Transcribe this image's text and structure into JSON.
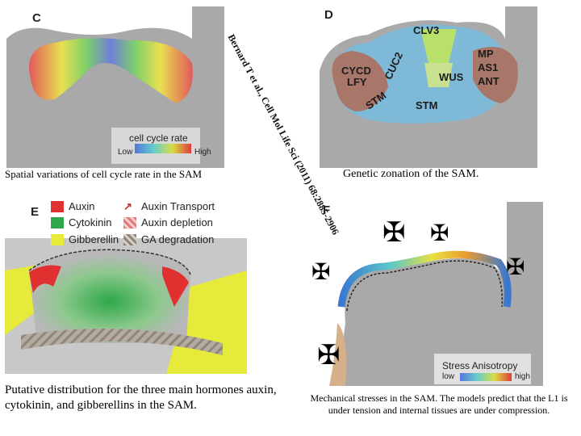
{
  "citation": "Bernard T et al., Cell Mol Life Sci (2011) 68:2885-2906",
  "panels": {
    "c": {
      "letter": "C",
      "caption": "Spatial variations of cell cycle rate in the SAM",
      "legend_title": "cell cycle rate",
      "legend_low": "Low",
      "legend_high": "High"
    },
    "d": {
      "letter": "D",
      "caption": "Genetic zonation of the SAM.",
      "zones": {
        "clv3": "CLV3",
        "wus": "WUS",
        "stm_top": "STM",
        "stm_bottom": "STM",
        "cuc2": "CUC2",
        "cycd": "CYCD",
        "lfy": "LFY",
        "mp": "MP",
        "as1": "AS1",
        "ant": "ANT"
      }
    },
    "e": {
      "letter": "E",
      "caption": "Putative distribution for the three main hormones auxin, cytokinin, and gibberellins in the SAM.",
      "legend": {
        "auxin": "Auxin",
        "cytokinin": "Cytokinin",
        "gibberellin": "Gibberellin",
        "auxin_transport": "Auxin Transport",
        "auxin_depletion": "Auxin depletion",
        "ga_degradation": "GA degradation"
      }
    },
    "f": {
      "letter": "F",
      "caption": "Mechanical stresses in the SAM. The models predict that the L1 is under tension and internal tissues are under compression.",
      "legend_title": "Stress Anisotropy",
      "legend_low": "low",
      "legend_high": "high"
    }
  },
  "colors": {
    "tissue": "#a9a9a9",
    "domain_brown": "#a8776a",
    "domain_blue": "#7fb9d8",
    "auxin": "#e03030",
    "cytokinin": "#2ea84a",
    "gibberellin": "#e6ea3a"
  }
}
